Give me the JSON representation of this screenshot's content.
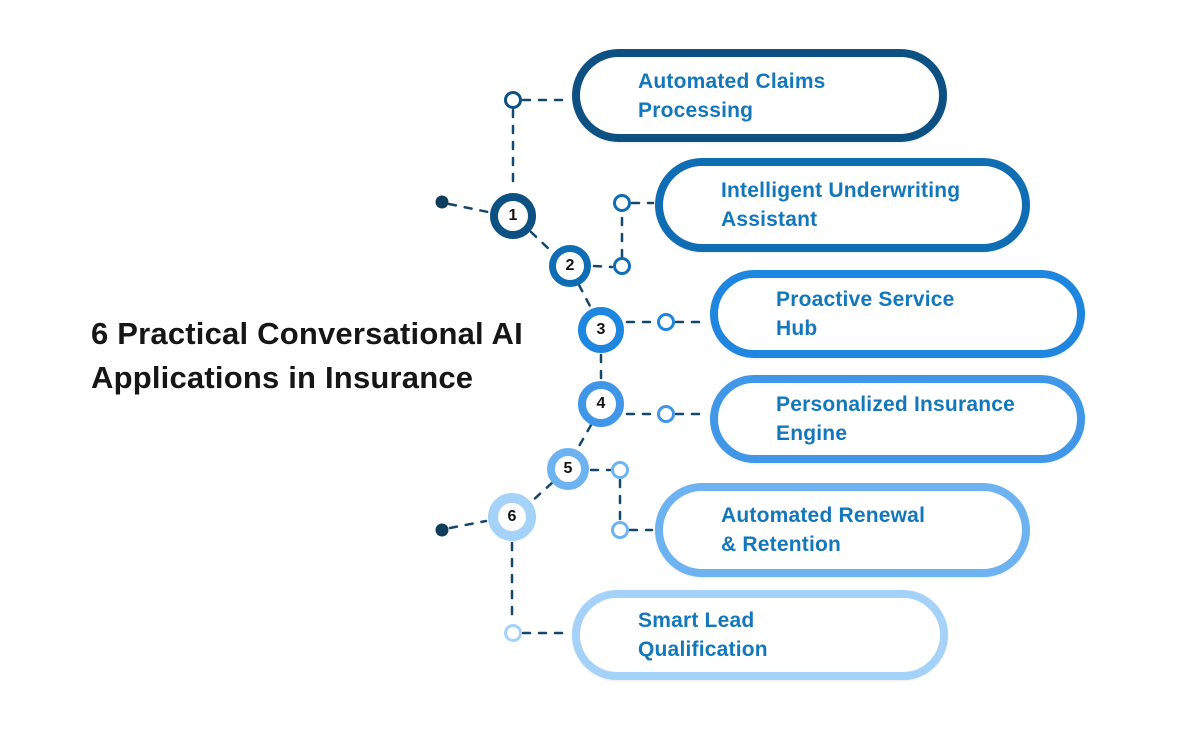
{
  "title": {
    "text": "6 Practical Conversational AI\nApplications in Insurance"
  },
  "steps": [
    {
      "number": "1",
      "label": "Automated Claims\nProcessing",
      "color": "#0d5183"
    },
    {
      "number": "2",
      "label": "Intelligent Underwriting\nAssistant",
      "color": "#0f6db4"
    },
    {
      "number": "3",
      "label": "Proactive Service\nHub",
      "color": "#1e86df"
    },
    {
      "number": "4",
      "label": "Personalized Insurance\nEngine",
      "color": "#4097e8"
    },
    {
      "number": "5",
      "label": "Automated Renewal\n& Retention",
      "color": "#6db3f2"
    },
    {
      "number": "6",
      "label": "Smart Lead\nQualification",
      "color": "#a4d2f9"
    }
  ],
  "colors": {
    "label_text": "#1377bb",
    "title_text": "#161616",
    "connector": "#15476b",
    "endpoint_dot": "#0e3e5c",
    "background": "#ffffff"
  }
}
